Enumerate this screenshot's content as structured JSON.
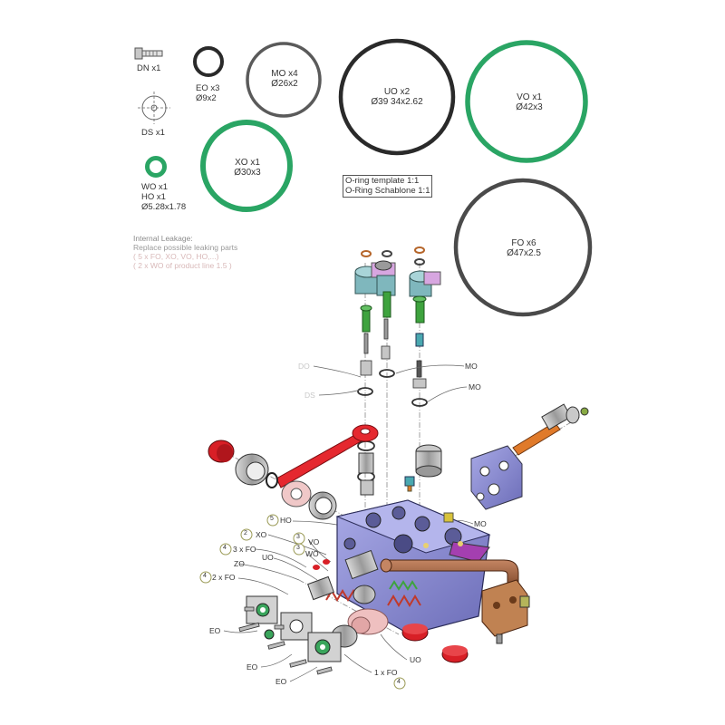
{
  "parts": {
    "dn": "DN x1",
    "ds": "DS x1",
    "eo": [
      "EO x3",
      "Ø9x2"
    ],
    "wo_ho": [
      "WO x1",
      "HO x1",
      "Ø5.28x1.78"
    ],
    "mo": [
      "MO x4",
      "Ø26x2"
    ],
    "uo": [
      "UO x2",
      "Ø39 34x2.62"
    ],
    "vo": [
      "VO x1",
      "Ø42x3"
    ],
    "xo": [
      "XO x1",
      "Ø30x3"
    ],
    "fo": [
      "FO x6",
      "Ø47x2.5"
    ]
  },
  "template_note": [
    "O-ring template 1:1",
    "O-Ring Schablone 1:1"
  ],
  "warning": [
    "Internal Leakage:",
    "Replace possible leaking parts",
    "( 5 x FO, XO, VO, HO,...)",
    "( 2 x WO of product line 1.5 )"
  ],
  "colors": {
    "oring_black": "#2a2a2a",
    "oring_grey": "#5a5a5a",
    "oring_green": "#2aa564",
    "valve_body": "#8e8fd6",
    "lever": "#e5282f",
    "cap_red": "#d81f26",
    "pipe": "#a0603c",
    "solenoid": "#7fb7bd",
    "pin_green": "#3ea33e"
  },
  "callouts": {
    "mo_upper": "MO",
    "mo_lower": "MO",
    "mo_body": "MO",
    "ho": "HO",
    "xo": "XO",
    "vo": "VO",
    "wo": "WO",
    "fo_3": "3 x FO",
    "fo_2": "2 x FO",
    "zo": "ZO",
    "uo_left": "UO",
    "uo_bottom": "UO",
    "eo_left": "EO",
    "eo_mid": "EO",
    "eo_bottom": "EO",
    "fo_1": "1 x FO",
    "do": "DO",
    "ds_faint": "DS",
    "num_5": "5",
    "num_2": "2",
    "num_3a": "3",
    "num_3b": "3",
    "num_4a": "4",
    "num_4b": "4",
    "num_4c": "4"
  }
}
